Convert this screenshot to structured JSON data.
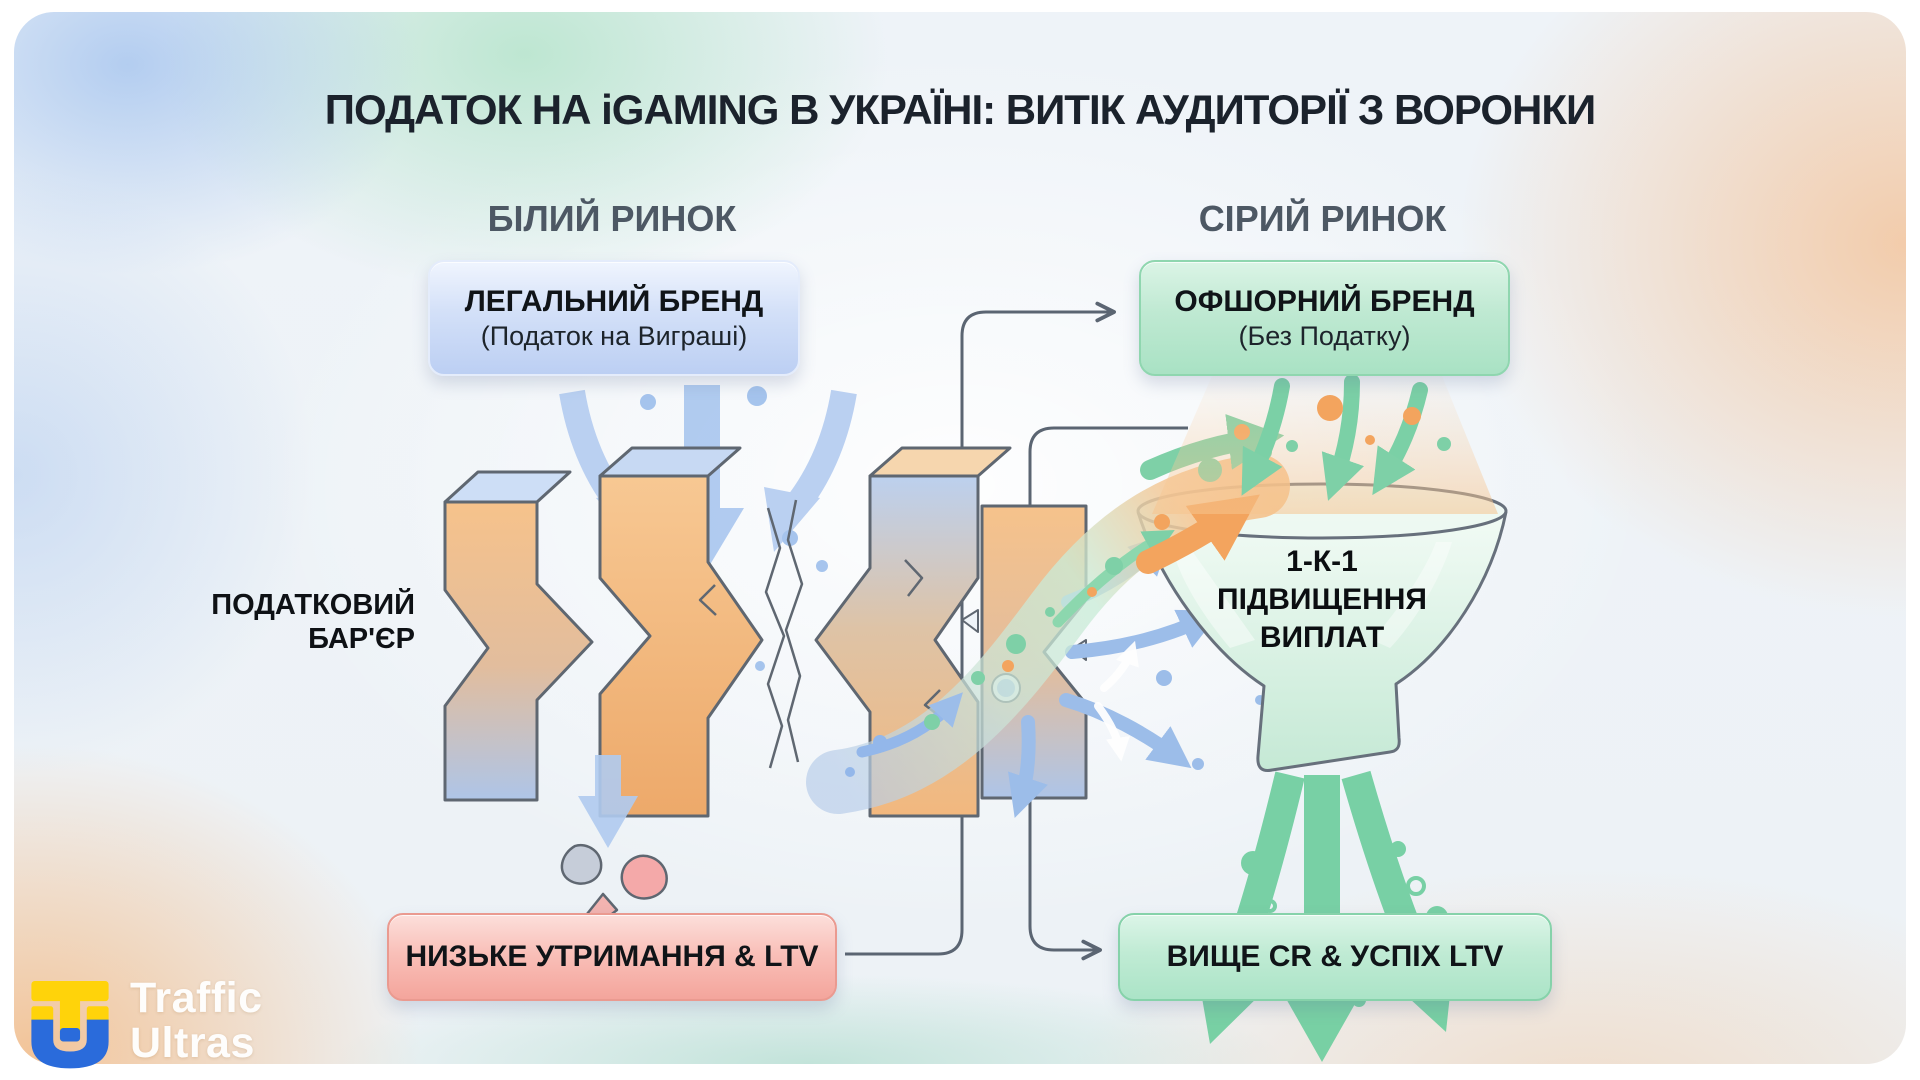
{
  "header": {
    "title": "ПОДАТОК НА iGAMING В УКРАЇНІ: ВИТІК АУДИТОРІЇ З ВОРОНКИ"
  },
  "sections": {
    "white_market_heading": "БІЛИЙ РИНОК",
    "grey_market_heading": "СІРИЙ РИНОК"
  },
  "boxes": {
    "legal_brand": {
      "title": "ЛЕГАЛЬНИЙ БРЕНД",
      "subtitle": "(Податок на Виграші)"
    },
    "offshore_brand": {
      "title": "ОФШОРНИЙ БРЕНД",
      "subtitle": "(Без Податку)"
    },
    "low_retention": {
      "label": "НИЗЬКЕ УТРИМАННЯ & LTV"
    },
    "higher_cr": {
      "label": "ВИЩЕ CR & УСПІХ LTV"
    }
  },
  "barrier": {
    "label_line1": "ПОДАТКОВИЙ",
    "label_line2": "БАР'ЄР"
  },
  "funnel": {
    "line1": "1-К-1",
    "line2": "ПІДВИЩЕННЯ",
    "line3": "ВИПЛАТ"
  },
  "logo": {
    "name_line1": "Traffic",
    "name_line2": "Ultras"
  },
  "colors": {
    "blue_accent": "#a9c6ee",
    "green_accent": "#7ed0a7",
    "orange_accent": "#f3a45e",
    "red_accent": "#f5a89f",
    "heading_gray": "#4d5864",
    "text_dark": "#14181d",
    "connector_gray": "#5b6572"
  }
}
